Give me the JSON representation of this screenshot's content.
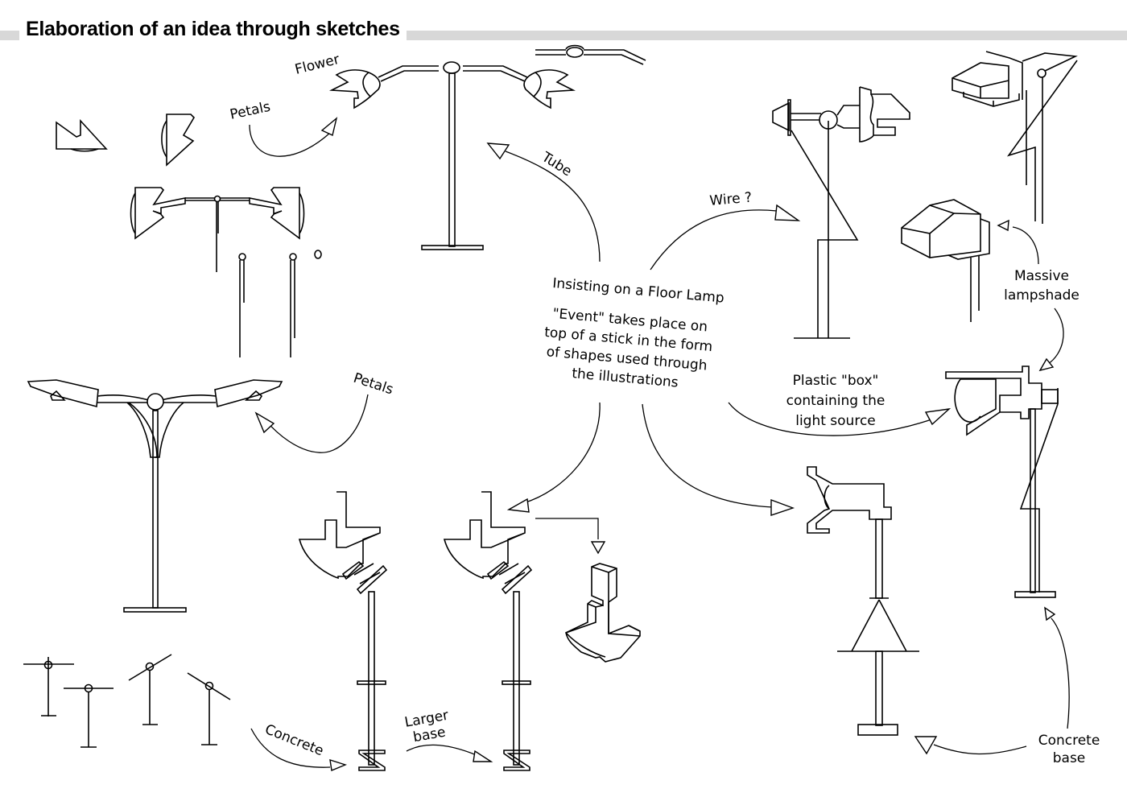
{
  "header": {
    "title": "Elaboration of an idea through sketches"
  },
  "labels": {
    "flower": "Flower",
    "petals_top": "Petals",
    "tube": "Tube",
    "wire": "Wire ?",
    "central_title": "Insisting on a Floor Lamp",
    "central_desc": [
      "\"Event\" takes place on",
      "top of a stick in the form",
      "of shapes used through",
      "the illustrations"
    ],
    "massive_lampshade": [
      "Massive",
      "lampshade"
    ],
    "plastic_box": [
      "Plastic \"box\"",
      "containing the",
      "light source"
    ],
    "petals_bottom": "Petals",
    "concrete": "Concrete",
    "larger_base": [
      "Larger",
      "base"
    ],
    "concrete_base": [
      "Concrete",
      "base"
    ]
  },
  "colors": {
    "ink": "#000000",
    "background": "#ffffff",
    "title_rule": "#d8d8d8"
  }
}
